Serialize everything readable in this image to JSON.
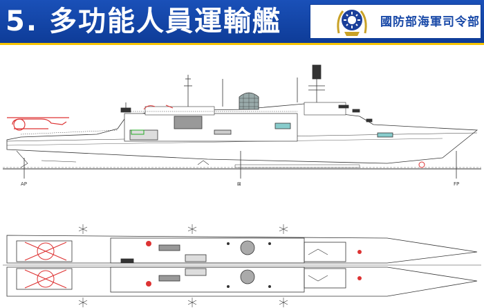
{
  "header": {
    "title": "5. 多功能人員運輸艦",
    "org_label": "國防部海軍司令部",
    "background_color": "#1a50b8",
    "accent_stripe_color": "#f7c400"
  },
  "emblem": {
    "icon": "navy-emblem-icon"
  },
  "profile": {
    "station_labels": [
      "AP",
      "⊠",
      "FP"
    ]
  }
}
